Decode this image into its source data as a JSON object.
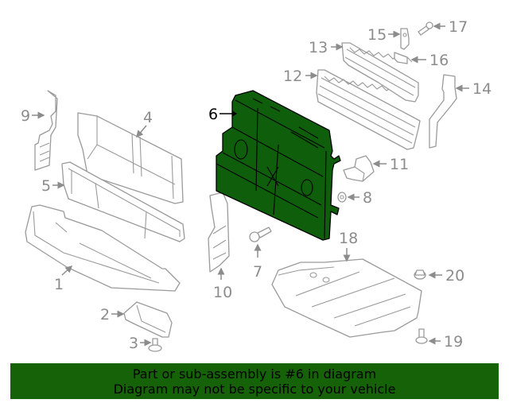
{
  "diagram": {
    "highlighted_part": "6",
    "highlight_color": "#0f5e0b",
    "line_color": "#9a9a9a",
    "callouts": [
      {
        "id": "1",
        "label": "1"
      },
      {
        "id": "2",
        "label": "2"
      },
      {
        "id": "3",
        "label": "3"
      },
      {
        "id": "4",
        "label": "4"
      },
      {
        "id": "5",
        "label": "5"
      },
      {
        "id": "6",
        "label": "6"
      },
      {
        "id": "7",
        "label": "7"
      },
      {
        "id": "8",
        "label": "8"
      },
      {
        "id": "9",
        "label": "9"
      },
      {
        "id": "10",
        "label": "10"
      },
      {
        "id": "11",
        "label": "11"
      },
      {
        "id": "12",
        "label": "12"
      },
      {
        "id": "13",
        "label": "13"
      },
      {
        "id": "14",
        "label": "14"
      },
      {
        "id": "15",
        "label": "15"
      },
      {
        "id": "16",
        "label": "16"
      },
      {
        "id": "17",
        "label": "17"
      },
      {
        "id": "18",
        "label": "18"
      },
      {
        "id": "19",
        "label": "19"
      },
      {
        "id": "20",
        "label": "20"
      }
    ]
  },
  "banner": {
    "line1": "Part or sub-assembly is #6 in diagram",
    "line2": "Diagram may not be specific to your vehicle",
    "background": "#156208"
  }
}
